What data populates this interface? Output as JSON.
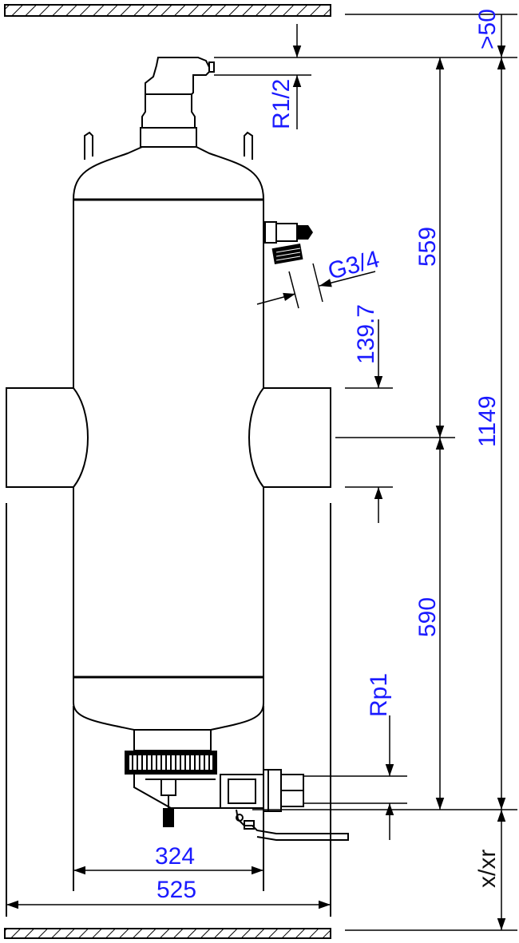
{
  "dimensions": {
    "clearance_top": ">50",
    "air_vent_thread": "R1/2",
    "total_height": "1149",
    "upper_height": "559",
    "drain_thread": "G3/4",
    "pipe_od": "139.7",
    "lower_height": "590",
    "bottom_thread": "Rp1",
    "vessel_diameter": "324",
    "flange_width": "525",
    "clearance_bottom": "x/xr"
  },
  "colors": {
    "dimension_text": "#1a1aff",
    "lines": "#000000"
  }
}
